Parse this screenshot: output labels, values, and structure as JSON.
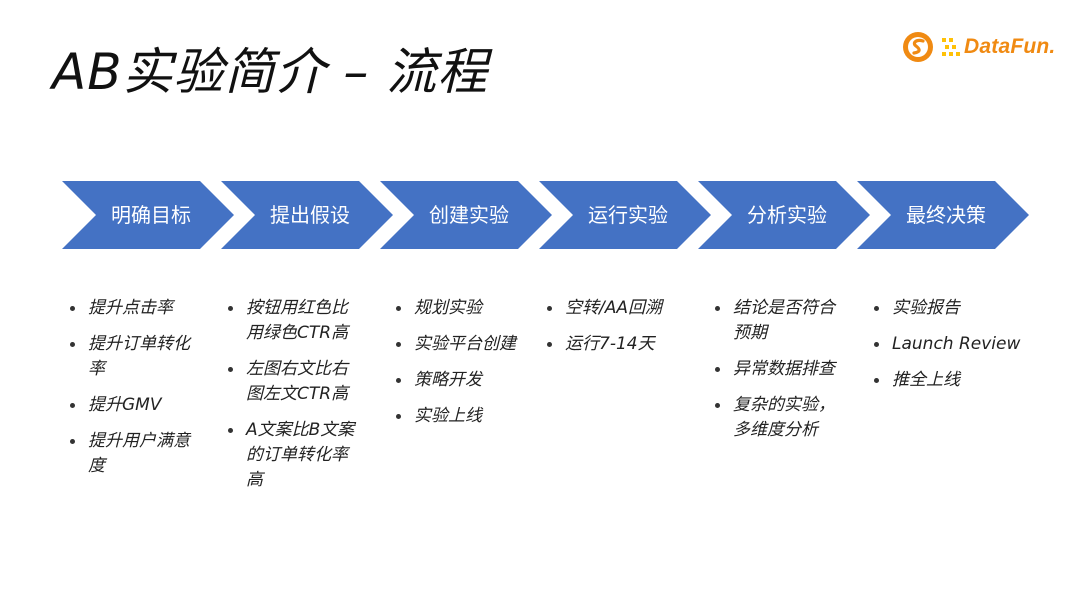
{
  "slide": {
    "title": "AB实验简介 – 流程",
    "logo_text": "DataFun."
  },
  "colors": {
    "arrow_fill": "#4472c4",
    "logo_orange": "#f08a12",
    "logo_yellow": "#ffc107"
  },
  "steps": [
    {
      "label": "明确目标",
      "items": [
        "提升点击率",
        "提升订单转化率",
        "提升GMV",
        "提升用户满意度"
      ]
    },
    {
      "label": "提出假设",
      "items": [
        "按钮用红色比用绿色CTR高",
        "左图右文比右图左文CTR高",
        "A文案比B文案的订单转化率高"
      ]
    },
    {
      "label": "创建实验",
      "items": [
        "规划实验",
        "实验平台创建",
        "策略开发",
        "实验上线"
      ]
    },
    {
      "label": "运行实验",
      "items": [
        "空转/AA回溯",
        "运行7-14天"
      ]
    },
    {
      "label": "分析实验",
      "items": [
        "结论是否符合预期",
        "异常数据排查",
        "复杂的实验，多维度分析"
      ]
    },
    {
      "label": "最终决策",
      "items": [
        "实验报告",
        "Launch Review",
        "推全上线"
      ]
    }
  ]
}
